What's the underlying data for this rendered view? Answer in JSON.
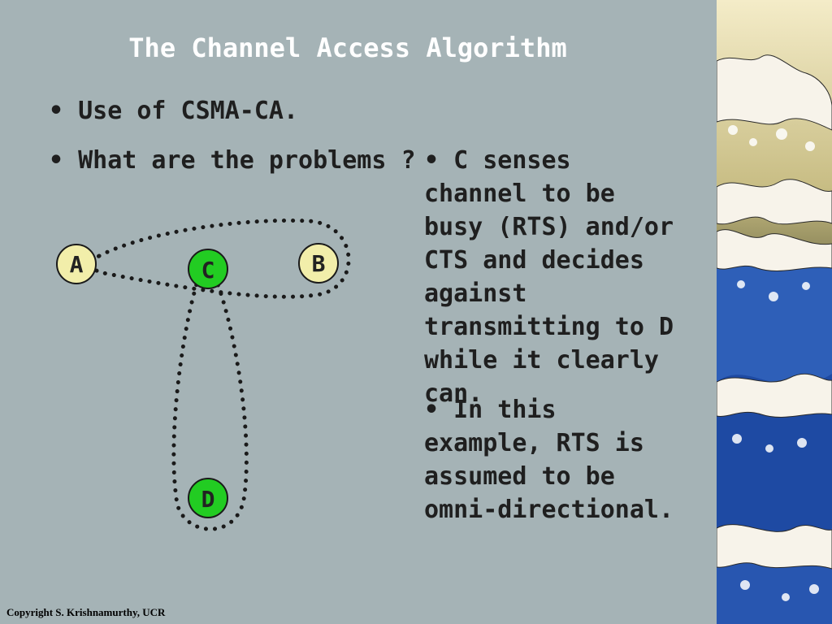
{
  "slide": {
    "title": "The Channel Access Algorithm",
    "bullets_left": [
      "• Use of CSMA-CA.",
      "• What are the problems ?"
    ],
    "bullets_right": [
      "• C senses channel to be busy (RTS) and/or CTS and decides against transmitting to D while it clearly can.",
      "• In this example, RTS is assumed to be omni-directional."
    ],
    "copyright": "Copyright S. Krishnamurthy, UCR"
  },
  "diagram": {
    "nodes": [
      {
        "label": "A",
        "color": "#f2eeaa"
      },
      {
        "label": "B",
        "color": "#f2eeaa"
      },
      {
        "label": "C",
        "color": "#22cc22"
      },
      {
        "label": "D",
        "color": "#22cc22"
      }
    ]
  },
  "colors": {
    "background": "#a5b3b6",
    "title": "#ffffff",
    "text": "#1f1f1f"
  }
}
